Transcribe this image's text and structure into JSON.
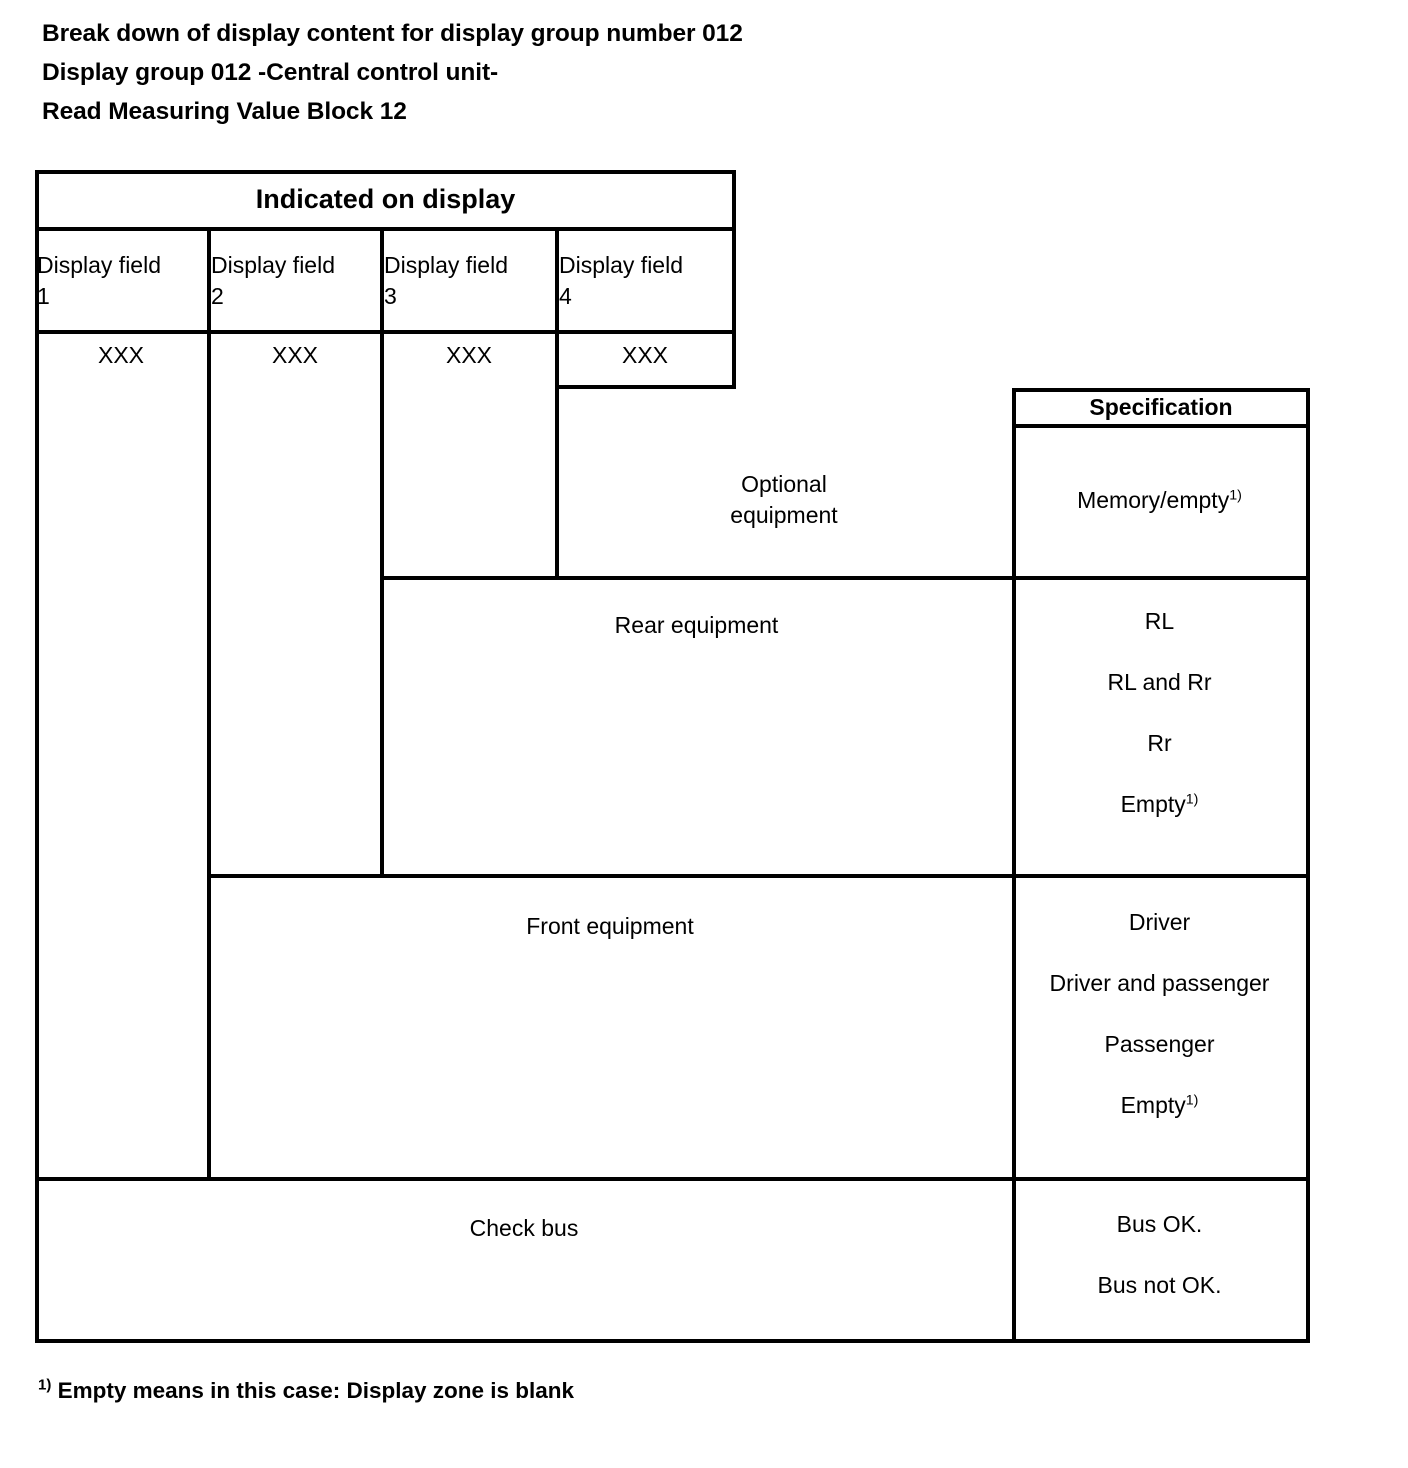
{
  "title": {
    "lines": [
      "Break down of display content for display group number 012",
      "Display group 012 -Central control unit-",
      "Read Measuring Value Block 12"
    ]
  },
  "table": {
    "indicated_header": "Indicated on display",
    "specification_header": "Specification",
    "display_fields": [
      {
        "label": "Display field",
        "number": "1",
        "value": "XXX"
      },
      {
        "label": "Display field",
        "number": "2",
        "value": "XXX"
      },
      {
        "label": "Display field",
        "number": "3",
        "value": "XXX"
      },
      {
        "label": "Display field",
        "number": "4",
        "value": "XXX"
      }
    ],
    "rows": [
      {
        "name_line1": "Optional",
        "name_line2": "equipment",
        "specifications": [
          "Memory/empty"
        ],
        "spec_footnotes": [
          "1)"
        ]
      },
      {
        "name_line1": "Rear equipment",
        "name_line2": "",
        "specifications": [
          "RL",
          "RL and Rr",
          "Rr",
          "Empty"
        ],
        "spec_footnotes": [
          "",
          "",
          "",
          "1)"
        ]
      },
      {
        "name_line1": "Front equipment",
        "name_line2": "",
        "specifications": [
          "Driver",
          "Driver and passenger",
          "Passenger",
          "Empty"
        ],
        "spec_footnotes": [
          "",
          "",
          "",
          "1)"
        ]
      },
      {
        "name_line1": "Check bus",
        "name_line2": "",
        "specifications": [
          "Bus OK.",
          "Bus not OK."
        ],
        "spec_footnotes": [
          "",
          ""
        ]
      }
    ]
  },
  "footnote": {
    "mark": "1)",
    "text": "Empty means in this case: Display zone is blank"
  }
}
